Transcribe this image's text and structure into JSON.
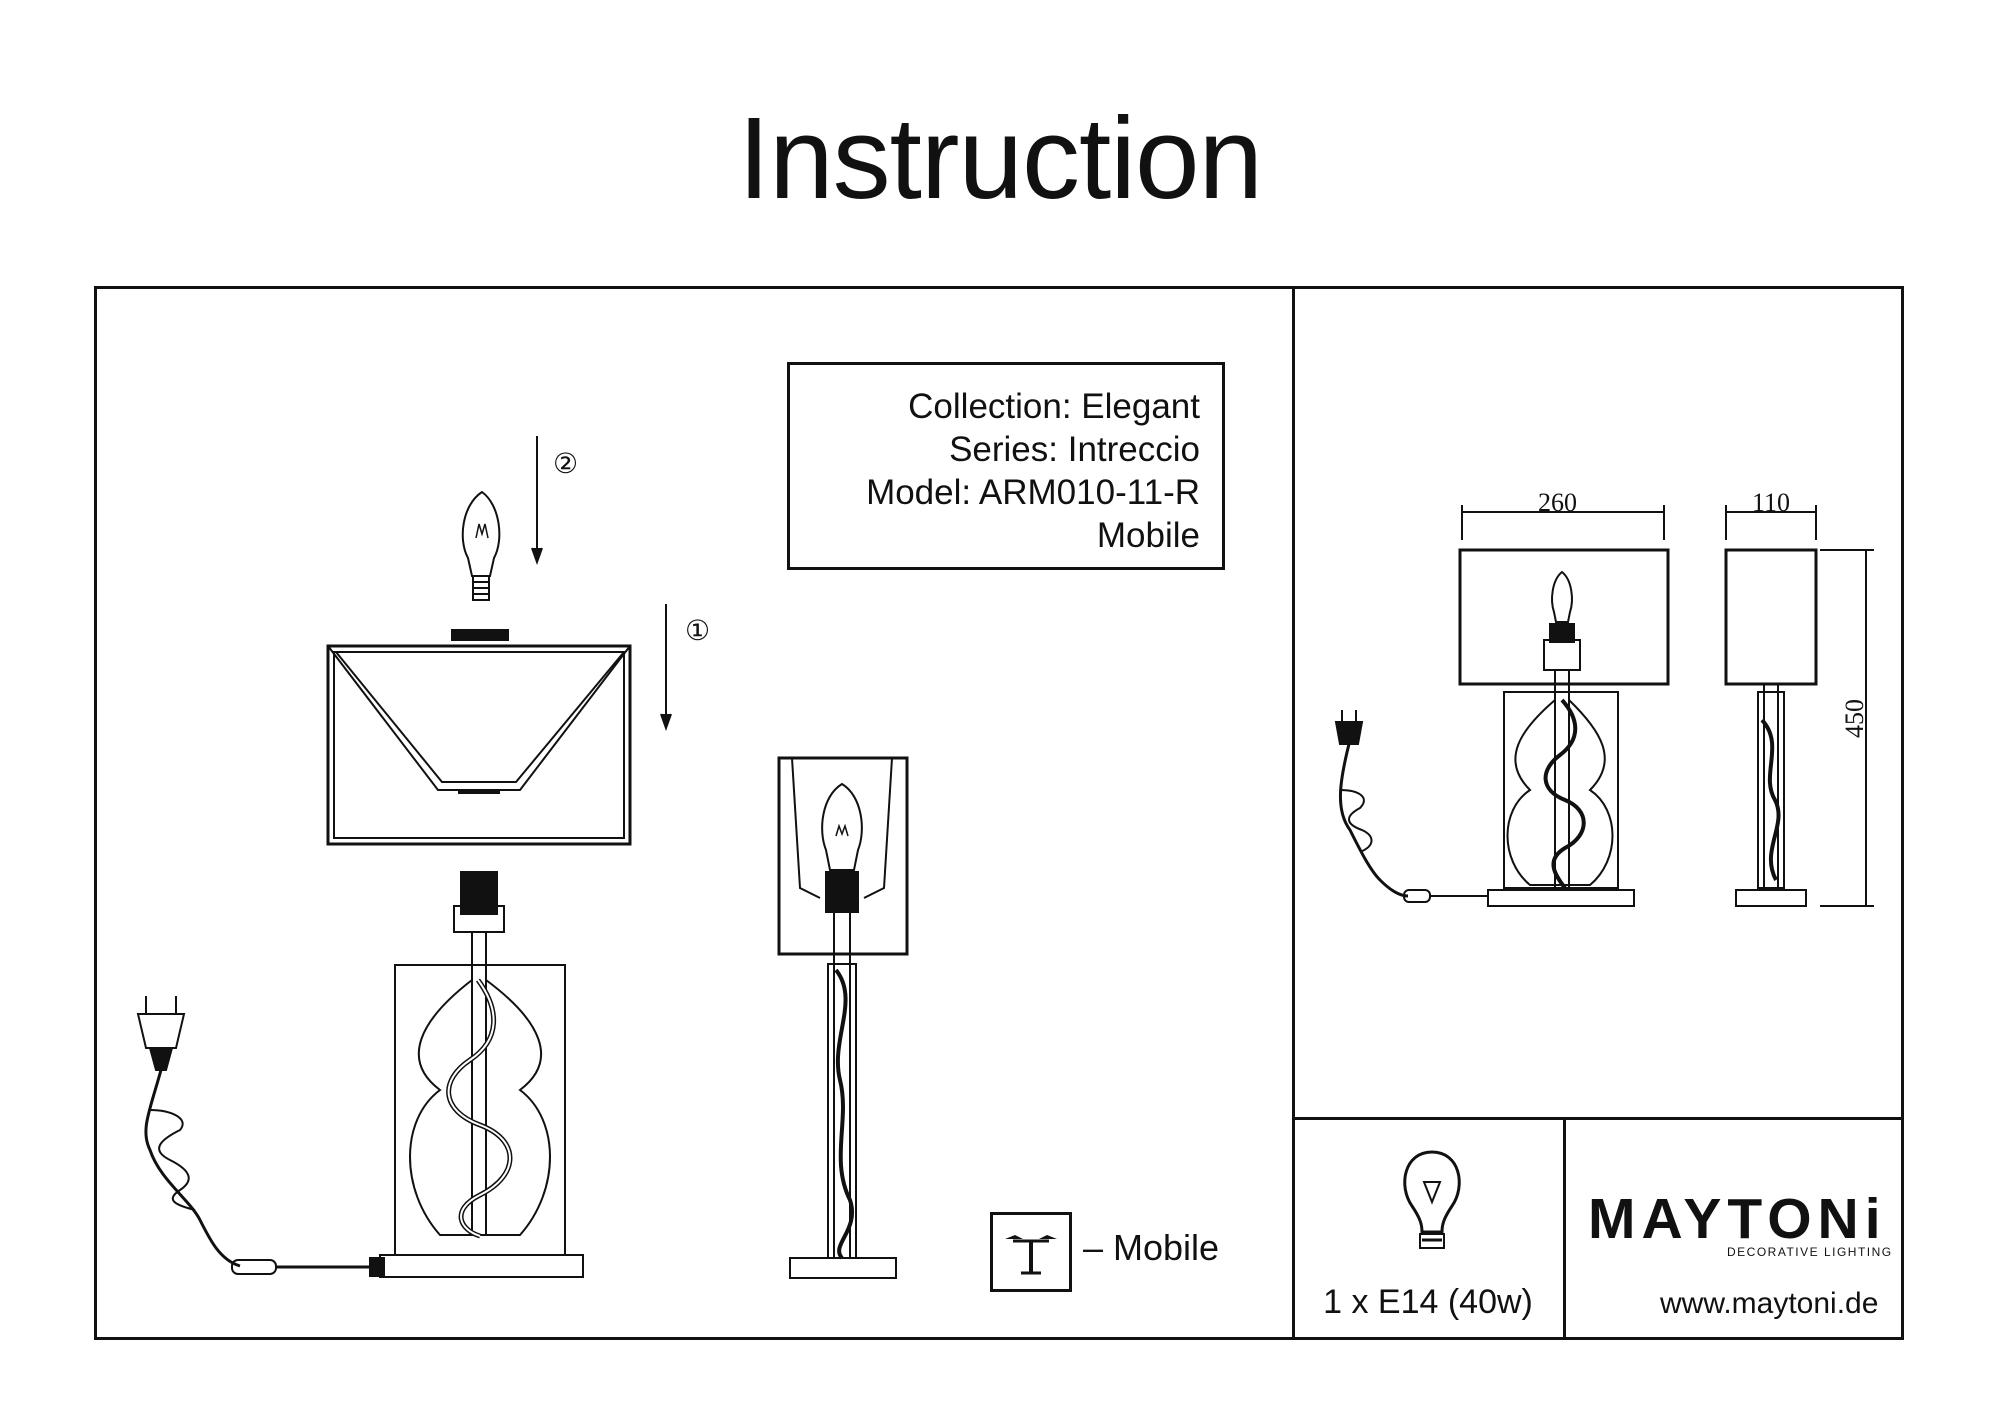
{
  "title": "Instruction",
  "info": {
    "collection": "Collection: Elegant",
    "series": "Series: Intreccio",
    "model": "Model: ARM010-11-R",
    "variant": "Mobile"
  },
  "legend": {
    "mobile_label": "– Mobile"
  },
  "steps": {
    "step1": "①",
    "step2": "②"
  },
  "dimensions": {
    "width": "260",
    "depth": "110",
    "height": "450"
  },
  "bulb": {
    "spec": "1 x E14 (40w)"
  },
  "brand": {
    "name": "MAYTONi",
    "tagline": "DECORATIVE LIGHTING",
    "url": "www.maytoni.de"
  }
}
